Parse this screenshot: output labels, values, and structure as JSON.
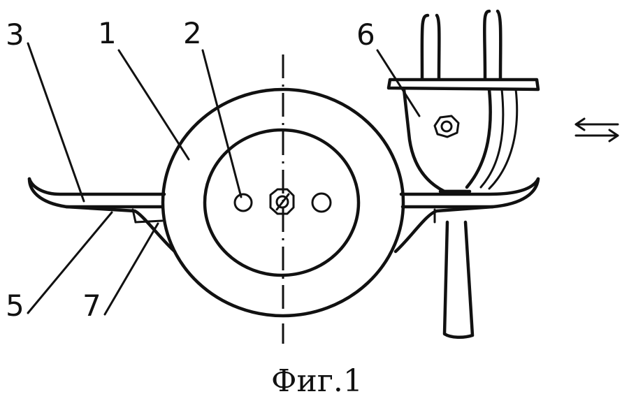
{
  "labels": {
    "part_1": "1",
    "part_2": "2",
    "part_3": "3",
    "part_5": "5",
    "part_6": "6",
    "part_7": "7"
  },
  "caption": "Фиг.1",
  "motion_symbol": "bidirectional-arrows"
}
